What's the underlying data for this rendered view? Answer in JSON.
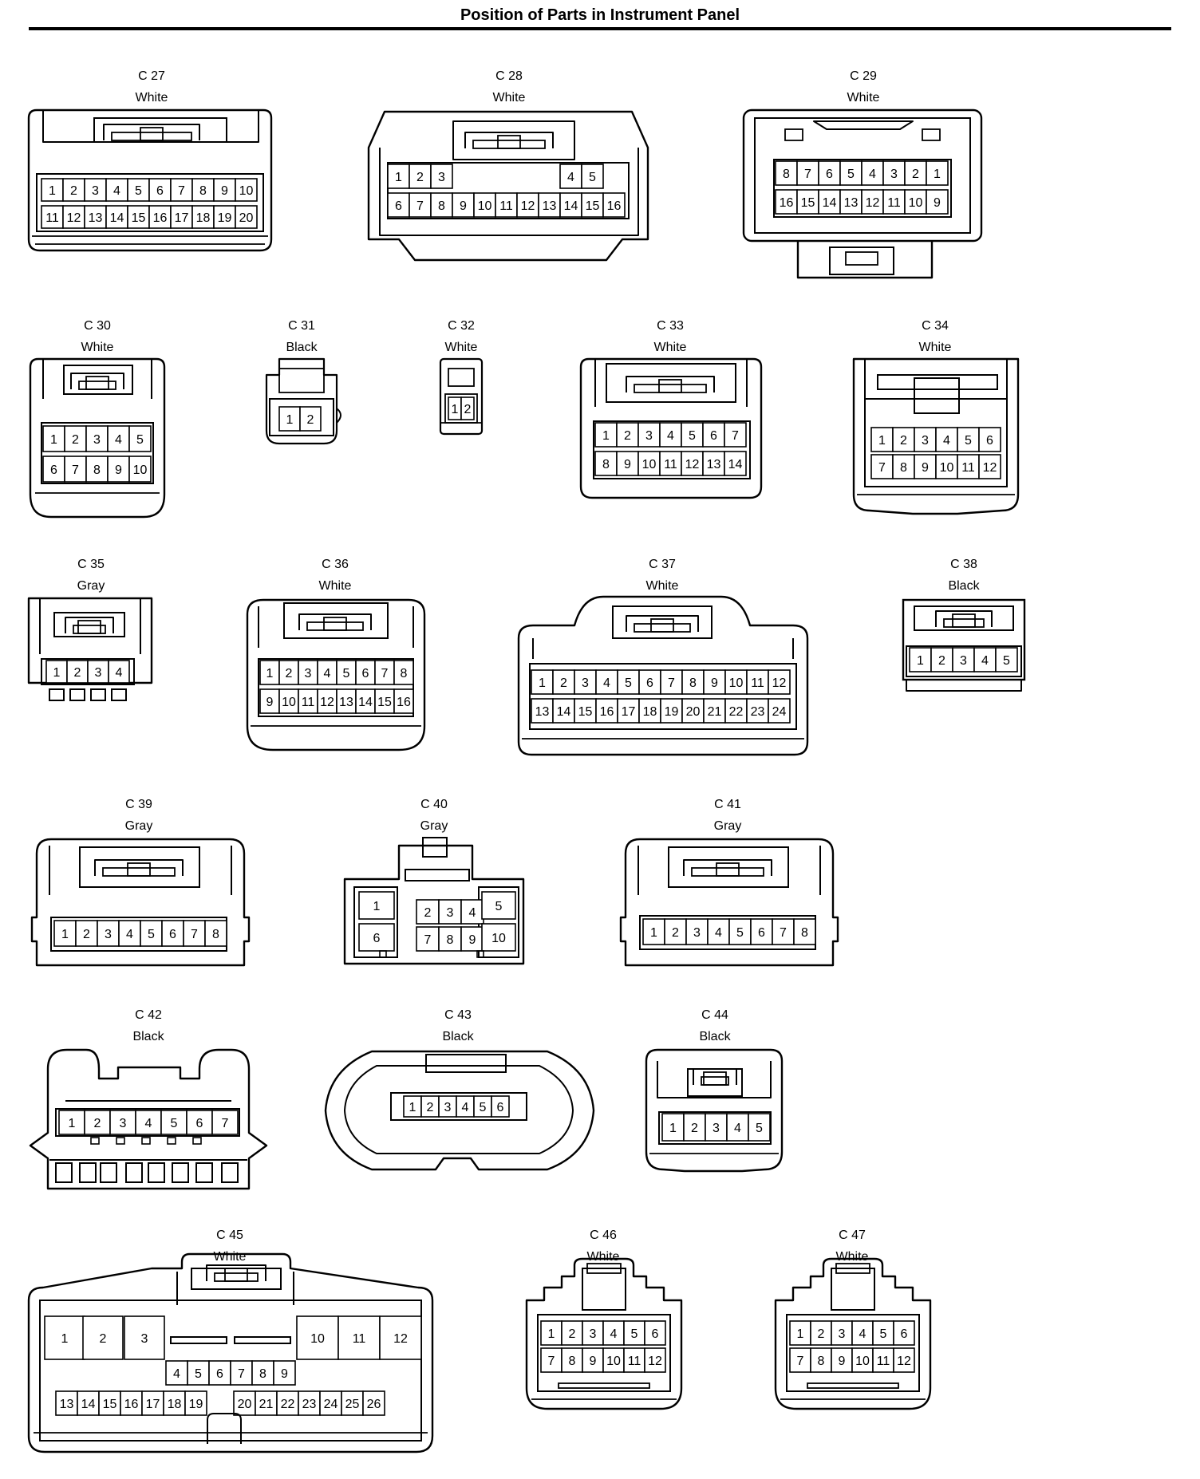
{
  "header": {
    "title": "Position of Parts in Instrument Panel"
  },
  "connectors": [
    {
      "id": "C 27",
      "color": "White",
      "rows": [
        [
          "1",
          "2",
          "3",
          "4",
          "5",
          "6",
          "7",
          "8",
          "9",
          "10"
        ],
        [
          "11",
          "12",
          "13",
          "14",
          "15",
          "16",
          "17",
          "18",
          "19",
          "20"
        ]
      ]
    },
    {
      "id": "C 28",
      "color": "White",
      "rows": [
        [
          "1",
          "2",
          "3",
          "",
          "",
          "",
          "",
          "",
          "4",
          "5"
        ],
        [
          "6",
          "7",
          "8",
          "9",
          "10",
          "11",
          "12",
          "13",
          "14",
          "15",
          "16"
        ]
      ]
    },
    {
      "id": "C 29",
      "color": "White",
      "rows": [
        [
          "8",
          "7",
          "6",
          "5",
          "4",
          "3",
          "2",
          "1"
        ],
        [
          "16",
          "15",
          "14",
          "13",
          "12",
          "11",
          "10",
          "9"
        ]
      ]
    },
    {
      "id": "C 30",
      "color": "White",
      "rows": [
        [
          "1",
          "2",
          "3",
          "4",
          "5"
        ],
        [
          "6",
          "7",
          "8",
          "9",
          "10"
        ]
      ]
    },
    {
      "id": "C 31",
      "color": "Black",
      "rows": [
        [
          "1",
          "2"
        ]
      ]
    },
    {
      "id": "C 32",
      "color": "White",
      "rows": [
        [
          "1",
          "2"
        ]
      ]
    },
    {
      "id": "C 33",
      "color": "White",
      "rows": [
        [
          "1",
          "2",
          "3",
          "4",
          "5",
          "6",
          "7"
        ],
        [
          "8",
          "9",
          "10",
          "11",
          "12",
          "13",
          "14"
        ]
      ]
    },
    {
      "id": "C 34",
      "color": "White",
      "rows": [
        [
          "1",
          "2",
          "3",
          "4",
          "5",
          "6"
        ],
        [
          "7",
          "8",
          "9",
          "10",
          "11",
          "12"
        ]
      ]
    },
    {
      "id": "C 35",
      "color": "Gray",
      "rows": [
        [
          "1",
          "2",
          "3",
          "4"
        ]
      ]
    },
    {
      "id": "C 36",
      "color": "White",
      "rows": [
        [
          "1",
          "2",
          "3",
          "4",
          "5",
          "6",
          "7",
          "8"
        ],
        [
          "9",
          "10",
          "11",
          "12",
          "13",
          "14",
          "15",
          "16"
        ]
      ]
    },
    {
      "id": "C 37",
      "color": "White",
      "rows": [
        [
          "1",
          "2",
          "3",
          "4",
          "5",
          "6",
          "7",
          "8",
          "9",
          "10",
          "11",
          "12"
        ],
        [
          "13",
          "14",
          "15",
          "16",
          "17",
          "18",
          "19",
          "20",
          "21",
          "22",
          "23",
          "24"
        ]
      ]
    },
    {
      "id": "C 38",
      "color": "Black",
      "rows": [
        [
          "1",
          "2",
          "3",
          "4",
          "5"
        ]
      ]
    },
    {
      "id": "C 39",
      "color": "Gray",
      "rows": [
        [
          "1",
          "2",
          "3",
          "4",
          "5",
          "6",
          "7",
          "8"
        ]
      ]
    },
    {
      "id": "C 40",
      "color": "Gray",
      "rows": [
        [
          "1",
          "2",
          "3",
          "4",
          "5"
        ],
        [
          "6",
          "7",
          "8",
          "9",
          "10"
        ]
      ]
    },
    {
      "id": "C 41",
      "color": "Gray",
      "rows": [
        [
          "1",
          "2",
          "3",
          "4",
          "5",
          "6",
          "7",
          "8"
        ]
      ]
    },
    {
      "id": "C 42",
      "color": "Black",
      "rows": [
        [
          "1",
          "2",
          "3",
          "4",
          "5",
          "6",
          "7"
        ]
      ]
    },
    {
      "id": "C 43",
      "color": "Black",
      "rows": [
        [
          "1",
          "2",
          "3",
          "4",
          "5",
          "6"
        ]
      ]
    },
    {
      "id": "C 44",
      "color": "Black",
      "rows": [
        [
          "1",
          "2",
          "3",
          "4",
          "5"
        ]
      ]
    },
    {
      "id": "C 45",
      "color": "White",
      "rows": [
        [
          "1",
          "2",
          "3",
          "10",
          "11",
          "12"
        ],
        [
          "4",
          "5",
          "6",
          "7",
          "8",
          "9"
        ],
        [
          "13",
          "14",
          "15",
          "16",
          "17",
          "18",
          "19",
          "20",
          "21",
          "22",
          "23",
          "24",
          "25",
          "26"
        ]
      ]
    },
    {
      "id": "C 46",
      "color": "White",
      "rows": [
        [
          "1",
          "2",
          "3",
          "4",
          "5",
          "6"
        ],
        [
          "7",
          "8",
          "9",
          "10",
          "11",
          "12"
        ]
      ]
    },
    {
      "id": "C 47",
      "color": "White",
      "rows": [
        [
          "1",
          "2",
          "3",
          "4",
          "5",
          "6"
        ],
        [
          "7",
          "8",
          "9",
          "10",
          "11",
          "12"
        ]
      ]
    }
  ]
}
